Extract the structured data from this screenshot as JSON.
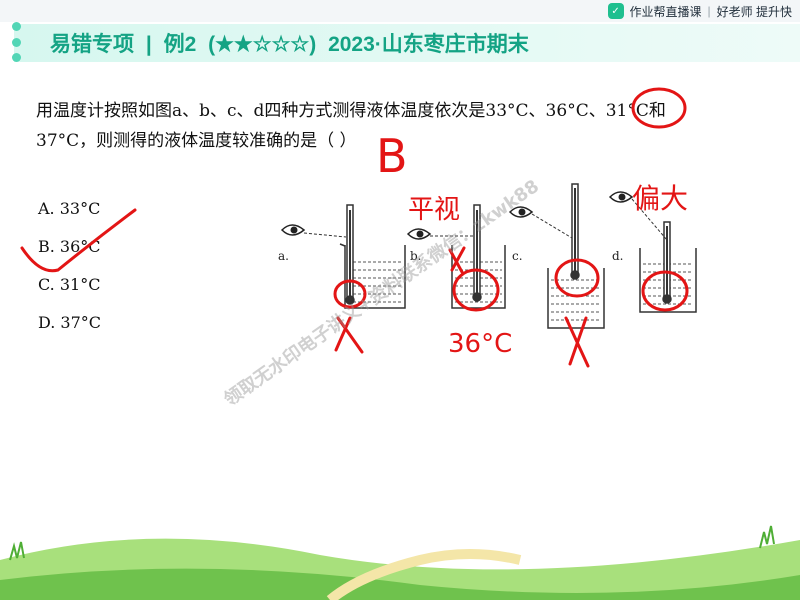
{
  "brand": {
    "name": "作业帮直播课",
    "slogan": "好老师 提升快"
  },
  "header": {
    "section": "易错专项",
    "divider": "|",
    "example": "例2",
    "difficulty": "(★★☆☆☆)",
    "source": "2023·山东枣庄市期末"
  },
  "question": {
    "line1": "用温度计按照如图a、b、c、d四种方式测得液体温度依次是33°C、36°C、31°C和",
    "line2": "37°C，则测得的液体温度较准确的是（   ）"
  },
  "options": [
    {
      "label": "A. 33°C"
    },
    {
      "label": "B. 36°C"
    },
    {
      "label": "C. 31°C"
    },
    {
      "label": "D. 37°C"
    }
  ],
  "diagram": {
    "labels": [
      "a.",
      "b.",
      "c.",
      "d."
    ]
  },
  "annotations": {
    "answer": "B",
    "note_b": "平视",
    "note_d": "偏大",
    "value_b": "36°C"
  },
  "watermark": "领取无水印电子讲义+资料联系微信：zkwk88",
  "colors": {
    "accent": "#14a384",
    "ink": "#e31515",
    "grass": "#7ccf5a"
  }
}
